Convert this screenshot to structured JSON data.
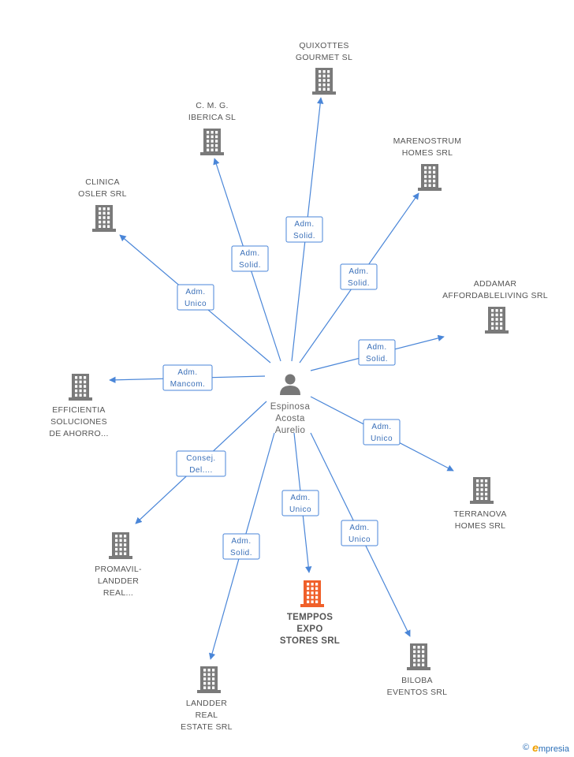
{
  "colors": {
    "edge": "#4a86d8",
    "building": "#7a7a7a",
    "focus_building": "#f0602a",
    "person": "#777777"
  },
  "center": {
    "name_lines": [
      "Espinosa",
      "Acosta",
      "Aurelio"
    ],
    "icon": "person-icon"
  },
  "companies": [
    {
      "id": "quixottes",
      "lines": [
        "QUIXOTTES",
        "GOURMET SL"
      ],
      "role": [
        "Adm.",
        "Solid."
      ],
      "focus": false
    },
    {
      "id": "cmg",
      "lines": [
        "C.  M. G.",
        "IBERICA SL"
      ],
      "role": [
        "Adm.",
        "Solid."
      ],
      "focus": false
    },
    {
      "id": "marenostrum",
      "lines": [
        "MARENOSTRUM",
        "HOMES SRL"
      ],
      "role": [
        "Adm.",
        "Solid."
      ],
      "focus": false
    },
    {
      "id": "clinica",
      "lines": [
        "CLINICA",
        "OSLER SRL"
      ],
      "role": [
        "Adm.",
        "Unico"
      ],
      "focus": false
    },
    {
      "id": "addamar",
      "lines": [
        "ADDAMAR",
        "AFFORDABLELIVING SRL"
      ],
      "role": [
        "Adm.",
        "Solid."
      ],
      "focus": false
    },
    {
      "id": "efficientia",
      "lines": [
        "EFFICIENTIA",
        "SOLUCIONES",
        "DE AHORRO..."
      ],
      "role": [
        "Adm.",
        "Mancom."
      ],
      "focus": false
    },
    {
      "id": "terranova",
      "lines": [
        "TERRANOVA",
        "HOMES SRL"
      ],
      "role": [
        "Adm.",
        "Unico"
      ],
      "focus": false
    },
    {
      "id": "promavil",
      "lines": [
        "PROMAVIL-",
        "LANDDER",
        "REAL..."
      ],
      "role": [
        "Consej.",
        "Del...."
      ],
      "focus": false
    },
    {
      "id": "temppos",
      "lines": [
        "TEMPPOS",
        "EXPO",
        "STORES SRL"
      ],
      "role": [
        "Adm.",
        "Unico"
      ],
      "focus": true
    },
    {
      "id": "biloba",
      "lines": [
        "BILOBA",
        "EVENTOS SRL"
      ],
      "role": [
        "Adm.",
        "Unico"
      ],
      "focus": false
    },
    {
      "id": "landder",
      "lines": [
        "LANDDER",
        "REAL",
        "ESTATE SRL"
      ],
      "role": [
        "Adm.",
        "Solid."
      ],
      "focus": false
    }
  ],
  "footer": {
    "copyright_symbol": "©",
    "brand_initial": "e",
    "brand_rest": "mpresia"
  }
}
